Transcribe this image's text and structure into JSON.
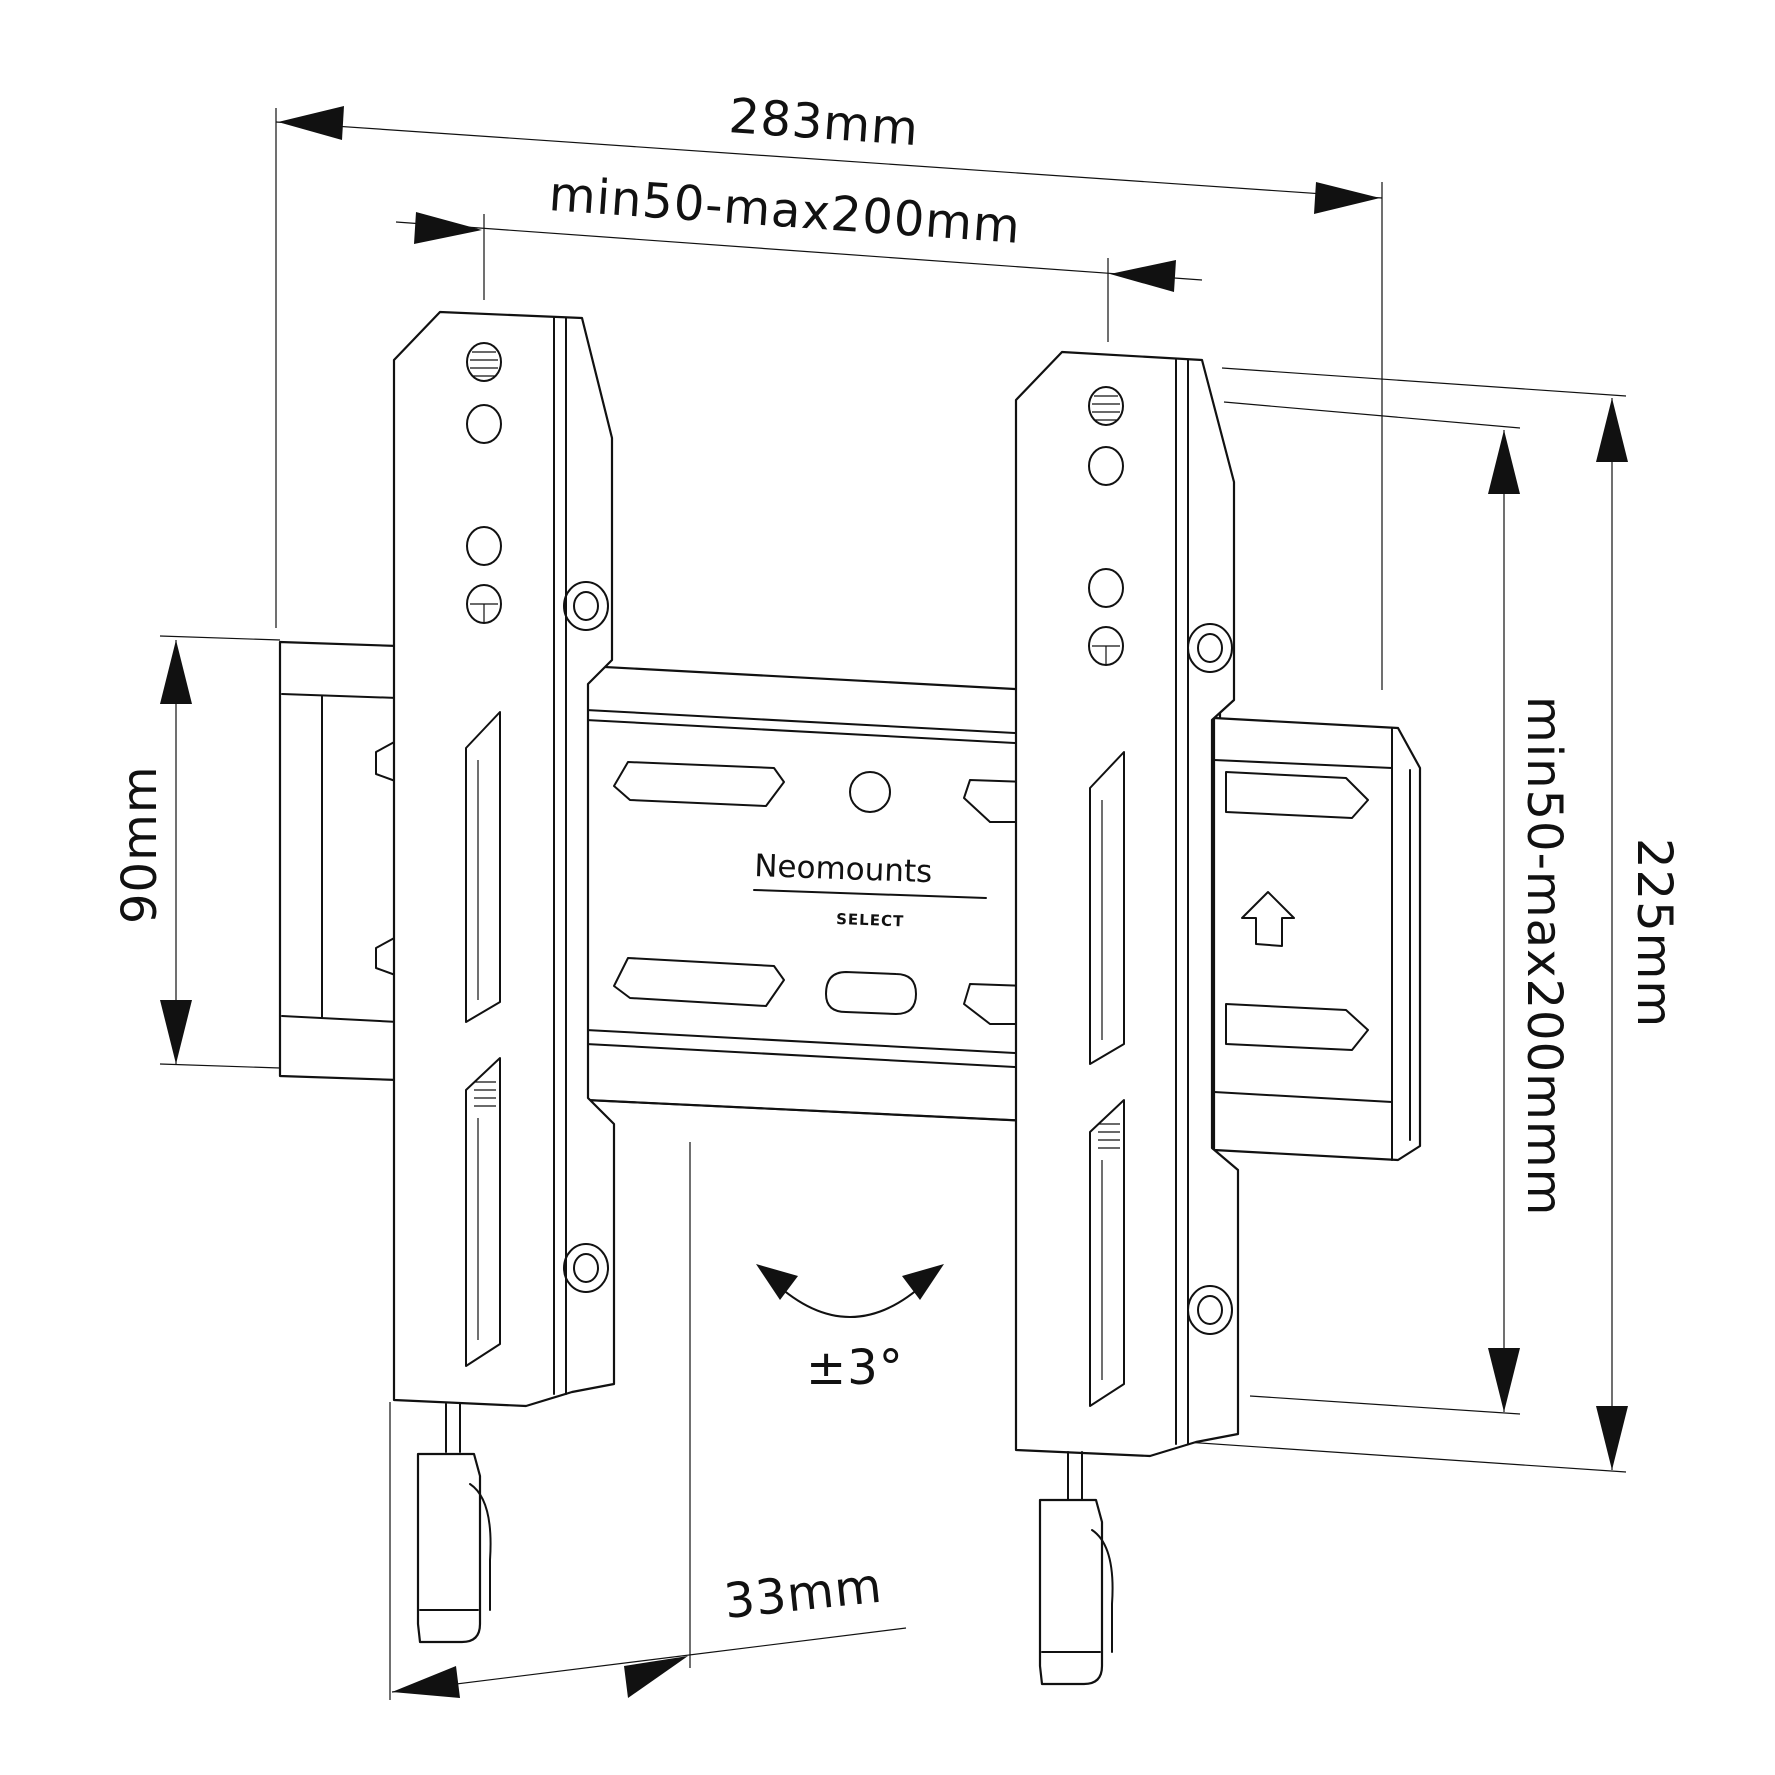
{
  "dimensions": {
    "overall_width": "283mm",
    "vesa_horizontal": "min50-max200mm",
    "vesa_vertical": "min50-max200mmm",
    "overall_height": "225mm",
    "rail_height": "90mm",
    "wall_distance": "33mm",
    "tilt": "±3°"
  },
  "brand": {
    "name": "Neomounts",
    "sub": "SELECT"
  },
  "colors": {
    "line": "#111111",
    "background": "#ffffff"
  }
}
